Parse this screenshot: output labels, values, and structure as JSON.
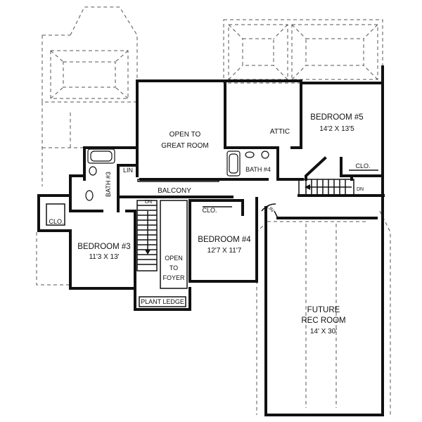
{
  "rooms": {
    "bedroom5": {
      "name": "BEDROOM #5",
      "dims": "14'2 X 13'5"
    },
    "bedroom3": {
      "name": "BEDROOM #3",
      "dims": "11'3 X 13'"
    },
    "bedroom4": {
      "name": "BEDROOM #4",
      "dims": "12'7 X 11'7"
    },
    "rec_line1": "FUTURE",
    "rec_line2": "REC ROOM",
    "rec_dims": "14' X 30'",
    "open_great_line1": "OPEN TO",
    "open_great_line2": "GREAT ROOM",
    "attic": "ATTIC",
    "balcony": "BALCONY",
    "bath3": "BATH #3",
    "bath4": "BATH #4",
    "lin": "LIN",
    "clo": "CLO.",
    "open_foyer_line1": "OPEN",
    "open_foyer_line2": "TO",
    "open_foyer_line3": "FOYER",
    "plant_ledge": "PLANT LEDGE",
    "dn": "DN"
  }
}
